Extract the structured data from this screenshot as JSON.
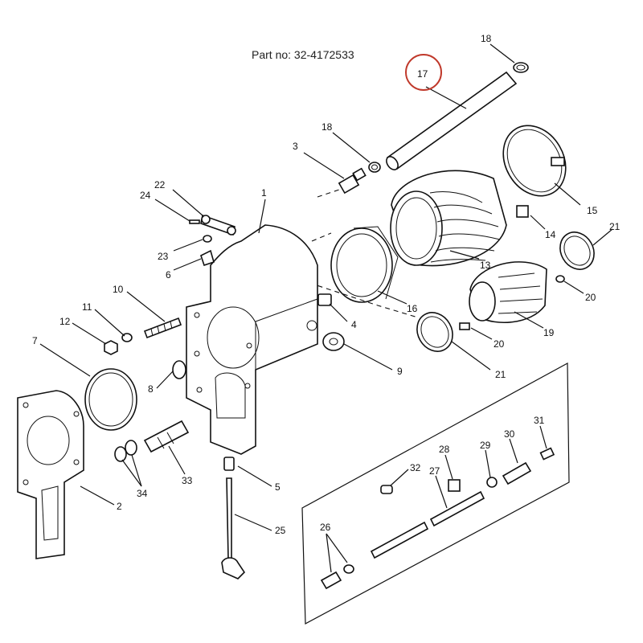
{
  "header": {
    "part_no": "Part no: 32-4172533"
  },
  "highlight": {
    "callout": "17",
    "color": "#c0392b"
  },
  "callouts": [
    {
      "id": "c18a",
      "text": "18"
    },
    {
      "id": "c17",
      "text": "17"
    },
    {
      "id": "c18b",
      "text": "18"
    },
    {
      "id": "c3",
      "text": "3"
    },
    {
      "id": "c1",
      "text": "1"
    },
    {
      "id": "c22",
      "text": "22"
    },
    {
      "id": "c24",
      "text": "24"
    },
    {
      "id": "c23",
      "text": "23"
    },
    {
      "id": "c6",
      "text": "6"
    },
    {
      "id": "c15",
      "text": "15"
    },
    {
      "id": "c14",
      "text": "14"
    },
    {
      "id": "c21a",
      "text": "21"
    },
    {
      "id": "c13",
      "text": "13"
    },
    {
      "id": "c20a",
      "text": "20"
    },
    {
      "id": "c16",
      "text": "16"
    },
    {
      "id": "c4",
      "text": "4"
    },
    {
      "id": "c20b",
      "text": "20"
    },
    {
      "id": "c19",
      "text": "19"
    },
    {
      "id": "c10",
      "text": "10"
    },
    {
      "id": "c11",
      "text": "11"
    },
    {
      "id": "c12",
      "text": "12"
    },
    {
      "id": "c7",
      "text": "7"
    },
    {
      "id": "c9",
      "text": "9"
    },
    {
      "id": "c21b",
      "text": "21"
    },
    {
      "id": "c8",
      "text": "8"
    },
    {
      "id": "c31",
      "text": "31"
    },
    {
      "id": "c28",
      "text": "28"
    },
    {
      "id": "c29",
      "text": "29"
    },
    {
      "id": "c30",
      "text": "30"
    },
    {
      "id": "c32",
      "text": "32"
    },
    {
      "id": "c27",
      "text": "27"
    },
    {
      "id": "c33",
      "text": "33"
    },
    {
      "id": "c34",
      "text": "34"
    },
    {
      "id": "c5",
      "text": "5"
    },
    {
      "id": "c2",
      "text": "2"
    },
    {
      "id": "c26",
      "text": "26"
    },
    {
      "id": "c25",
      "text": "25"
    }
  ]
}
